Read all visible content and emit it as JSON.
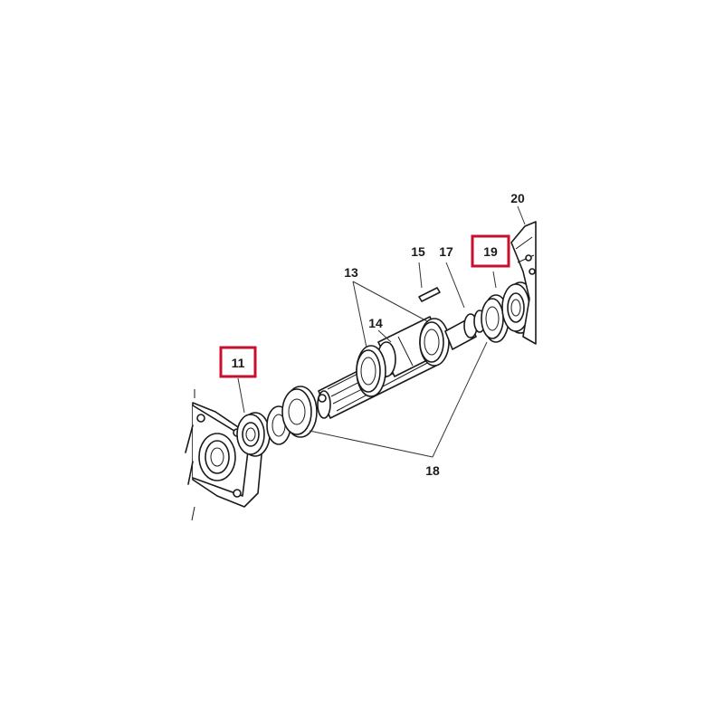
{
  "labels": {
    "p11": "11",
    "p13": "13",
    "p14": "14",
    "p15": "15",
    "p17": "17",
    "p18": "18",
    "p19": "19",
    "p20": "20"
  },
  "highlighted_parts": [
    "11",
    "19"
  ],
  "colors": {
    "highlight": "#c8102e",
    "line": "#1a1a1a",
    "background": "#ffffff"
  }
}
